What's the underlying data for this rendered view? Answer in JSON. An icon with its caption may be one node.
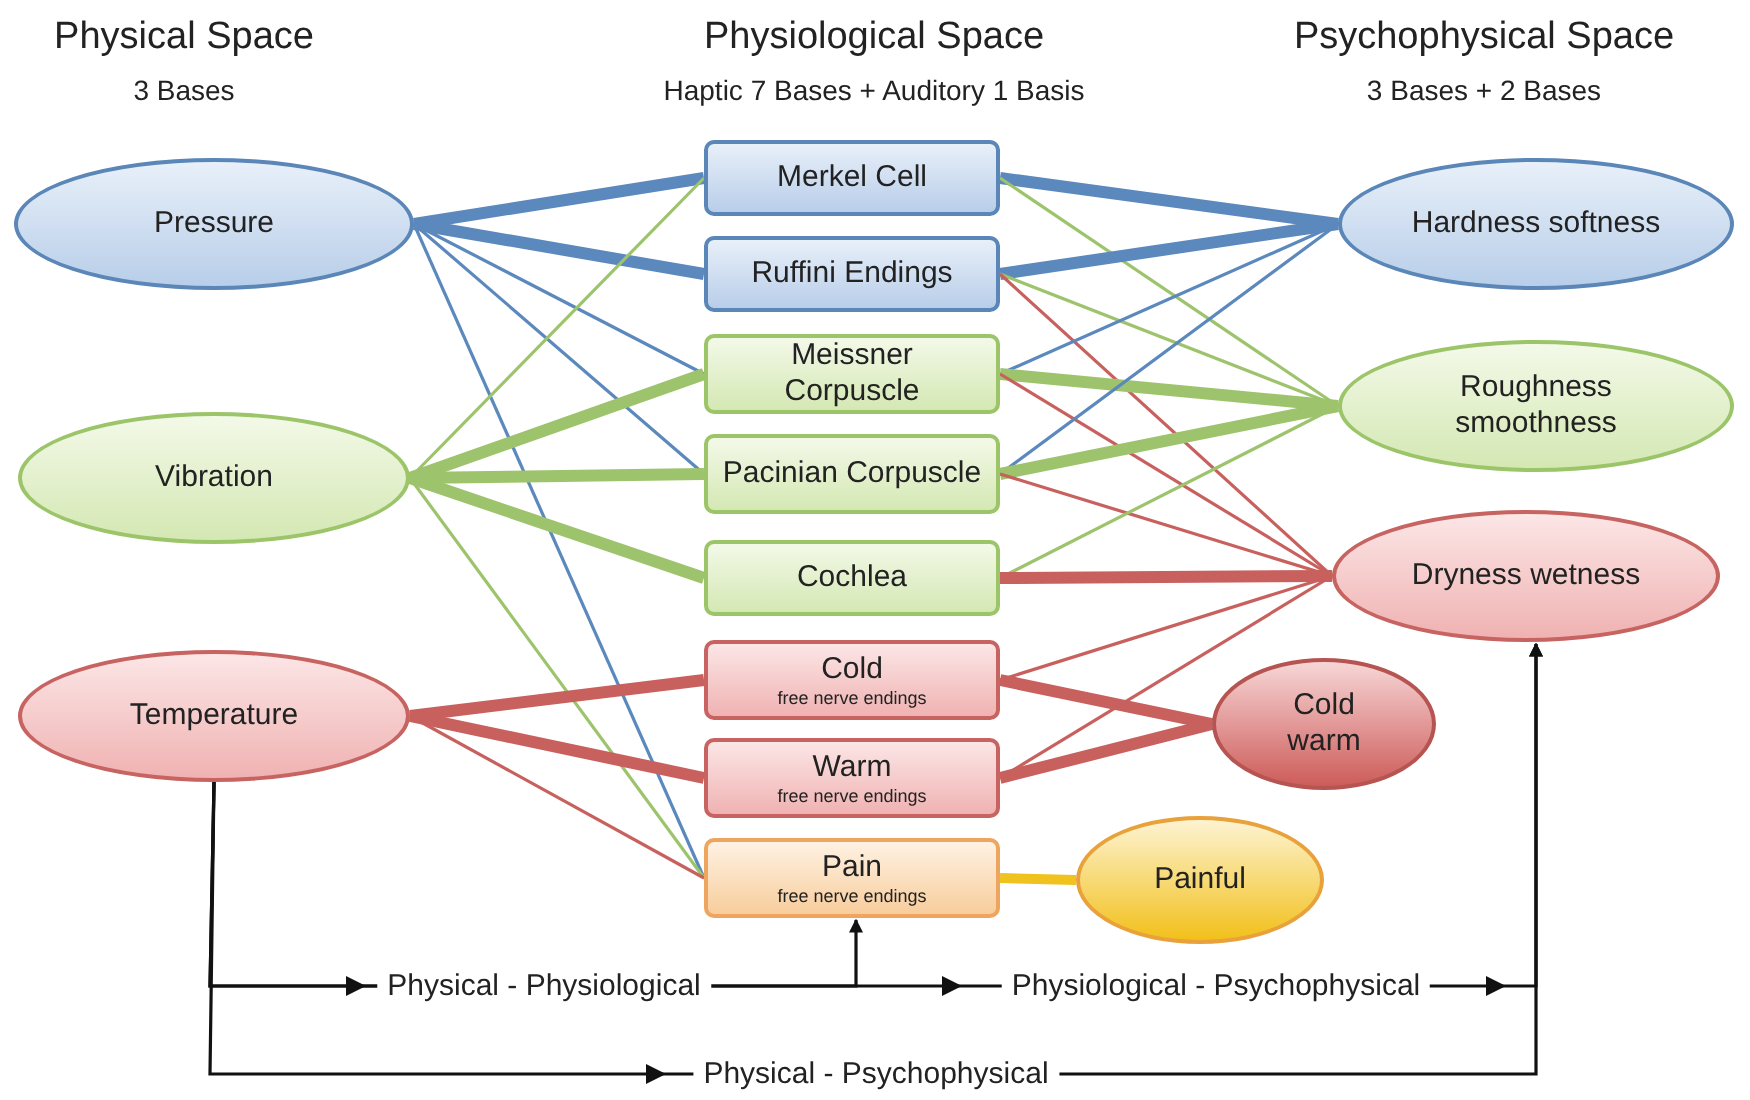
{
  "diagram": {
    "nodes": [
      {
        "text": [
          "Pressure"
        ]
      },
      {
        "text": [
          "Vibration"
        ]
      },
      {
        "text": [
          "Temperature"
        ]
      },
      {
        "text": [
          "Merkel Cell"
        ]
      },
      {
        "text": [
          "Ruffini Endings"
        ]
      },
      {
        "text": [
          "Meissner Corpuscle"
        ]
      },
      {
        "text": [
          "Pacinian Corpuscle"
        ]
      },
      {
        "text": [
          "Cochlea"
        ]
      },
      {
        "text": [
          "Cold",
          "free nerve endings"
        ]
      },
      {
        "text": [
          "Warm",
          "free nerve endings"
        ]
      },
      {
        "text": [
          "Pain",
          "free nerve endings"
        ]
      },
      {
        "text": [
          "Hardness softness"
        ]
      },
      {
        "text": [
          "Roughness smoothness"
        ]
      },
      {
        "text": [
          "Dryness wetness"
        ]
      },
      {
        "text": [
          "Cold warm"
        ]
      },
      {
        "text": [
          "Painful"
        ]
      }
    ],
    "edges": [
      {
        "from": 0,
        "to": 3,
        "arrow": "none",
        "style": "thick",
        "color": "#5b88bd"
      },
      {
        "from": 0,
        "to": 4,
        "arrow": "none",
        "style": "thick",
        "color": "#5b88bd"
      },
      {
        "from": 0,
        "to": 5,
        "arrow": "none",
        "color": "#5b88bd"
      },
      {
        "from": 0,
        "to": 6,
        "arrow": "none",
        "color": "#5b88bd"
      },
      {
        "from": 0,
        "to": 10,
        "arrow": "none",
        "color": "#5b88bd"
      },
      {
        "from": 1,
        "to": 3,
        "arrow": "none",
        "color": "#9dc46c"
      },
      {
        "from": 1,
        "to": 5,
        "arrow": "none",
        "style": "thick",
        "color": "#9dc46c"
      },
      {
        "from": 1,
        "to": 6,
        "arrow": "none",
        "style": "thick",
        "color": "#9dc46c"
      },
      {
        "from": 1,
        "to": 7,
        "arrow": "none",
        "style": "thick",
        "color": "#9dc46c"
      },
      {
        "from": 1,
        "to": 10,
        "arrow": "none",
        "color": "#9dc46c"
      },
      {
        "from": 2,
        "to": 8,
        "arrow": "none",
        "style": "thick",
        "color": "#c8605e"
      },
      {
        "from": 2,
        "to": 9,
        "arrow": "none",
        "style": "thick",
        "color": "#c8605e"
      },
      {
        "from": 2,
        "to": 10,
        "arrow": "none",
        "color": "#c8605e"
      },
      {
        "from": 3,
        "to": 11,
        "arrow": "none",
        "style": "thick",
        "color": "#5b88bd"
      },
      {
        "from": 3,
        "to": 12,
        "arrow": "none",
        "color": "#9dc46c"
      },
      {
        "from": 4,
        "to": 11,
        "arrow": "none",
        "style": "thick",
        "color": "#5b88bd"
      },
      {
        "from": 4,
        "to": 12,
        "arrow": "none",
        "color": "#9dc46c"
      },
      {
        "from": 4,
        "to": 13,
        "arrow": "none",
        "color": "#c8605e"
      },
      {
        "from": 5,
        "to": 11,
        "arrow": "none",
        "color": "#5b88bd"
      },
      {
        "from": 5,
        "to": 12,
        "arrow": "none",
        "style": "thick",
        "color": "#9dc46c"
      },
      {
        "from": 5,
        "to": 13,
        "arrow": "none",
        "color": "#c8605e"
      },
      {
        "from": 6,
        "to": 11,
        "arrow": "none",
        "color": "#5b88bd"
      },
      {
        "from": 6,
        "to": 12,
        "arrow": "none",
        "style": "thick",
        "color": "#9dc46c"
      },
      {
        "from": 6,
        "to": 13,
        "arrow": "none",
        "color": "#c8605e"
      },
      {
        "from": 7,
        "to": 12,
        "arrow": "none",
        "color": "#9dc46c"
      },
      {
        "from": 7,
        "to": 13,
        "arrow": "none",
        "style": "thick",
        "color": "#c8605e"
      },
      {
        "from": 8,
        "to": 13,
        "arrow": "none",
        "color": "#c8605e"
      },
      {
        "from": 8,
        "to": 14,
        "arrow": "none",
        "style": "thick",
        "color": "#c8605e"
      },
      {
        "from": 9,
        "to": 13,
        "arrow": "none",
        "color": "#c8605e"
      },
      {
        "from": 9,
        "to": 14,
        "arrow": "none",
        "style": "thick",
        "color": "#c8605e"
      },
      {
        "from": 10,
        "to": 15,
        "arrow": "none",
        "style": "thick",
        "color": "#f0c21e"
      },
      {
        "from": 2,
        "to": 10,
        "arrow": "to",
        "label": "Physical - Physiological",
        "color": "#111111"
      },
      {
        "from": 2,
        "to": 13,
        "arrow": "to",
        "label": "Physiological - Psychophysical",
        "color": "#111111"
      },
      {
        "from": 2,
        "to": 13,
        "arrow": "to",
        "label": "Physical - Psychophysical",
        "color": "#111111"
      }
    ],
    "labels": [
      "Physical Space",
      "3 Bases",
      "Physiological Space",
      "Haptic 7 Bases + Auditory 1 Basis",
      "Psychophysical Space",
      "3 Bases + 2 Bases"
    ]
  }
}
